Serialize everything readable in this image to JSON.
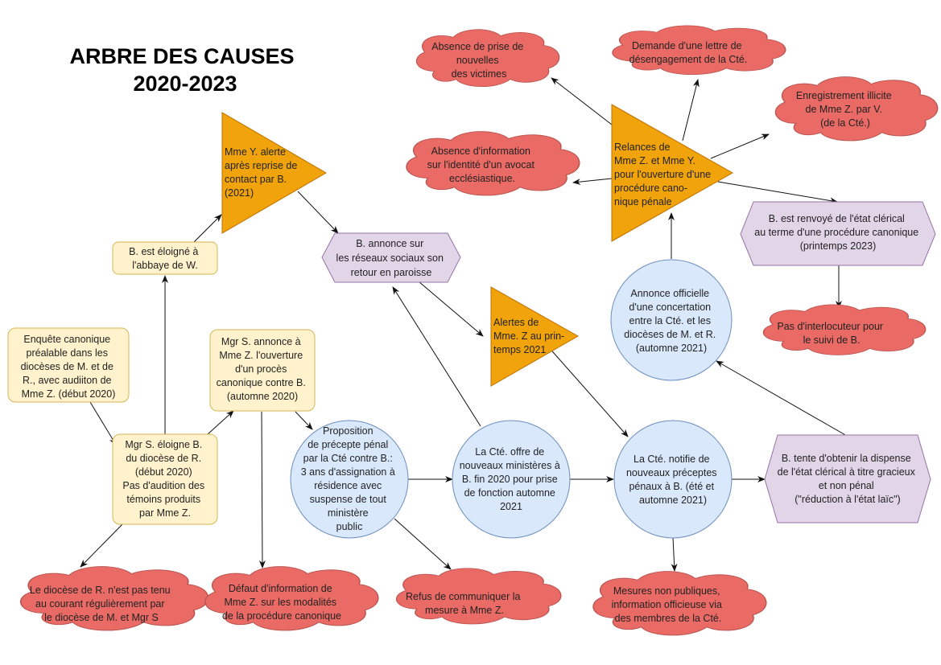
{
  "title": {
    "line1": "ARBRE DES CAUSES",
    "line2": "2020-2023"
  },
  "nodes": {
    "enquete": [
      "Enquête canonique",
      "préalable dans les",
      "diocèses de M. et de",
      "R., avec audiiton de",
      "Mme Z. (début 2020)"
    ],
    "eloigne_w": [
      "B. est éloigné à",
      "l'abbaye de W."
    ],
    "mgr_eloigne": [
      "Mgr S. éloigne B.",
      "du diocèse de R.",
      "(début 2020)",
      "Pas d'audition des",
      "témoins produits",
      "par Mme Z."
    ],
    "mgr_annonce": [
      "Mgr S. annonce à",
      "Mme Z. l'ouverture",
      "d'un procès",
      "canonique contre B.",
      "(automne 2020)"
    ],
    "mme_y": [
      "Mme Y. alerte",
      "après reprise de",
      "contact par B.",
      "(2021)"
    ],
    "b_annonce": [
      "B. annonce sur",
      "les réseaux sociaux son",
      "retour en paroisse"
    ],
    "alertes_z": [
      "Alertes de",
      "Mme. Z au prin-",
      "temps 2021"
    ],
    "proposition": [
      "Proposition",
      "de précepte pénal",
      "par la Cté contre B.:",
      "3 ans d'assignation à",
      "résidence avec",
      "suspense de tout",
      "ministère",
      "public"
    ],
    "cte_offre": [
      "La Cté. offre de",
      "nouveaux ministères à",
      "B. fin 2020 pour prise",
      "de fonction automne",
      "2021"
    ],
    "cte_notifie": [
      "La Cté. notifie de",
      "nouveaux préceptes",
      "pénaux à B. (été et",
      "automne 2021)"
    ],
    "b_tente": [
      "B. tente d'obtenir la dispense",
      "de l'état clérical à titre gracieux",
      "et non pénal",
      "(\"réduction à l'état laïc\")"
    ],
    "annonce_officielle": [
      "Annonce officielle",
      "d'une concertation",
      "entre la Cté. et les",
      "diocèses de M. et R.",
      "(automne 2021)"
    ],
    "relances": [
      "Relances de",
      "Mme Z. et Mme Y.",
      "pour l'ouverture d'une",
      "procédure cano-",
      "nique pénale"
    ],
    "b_renvoye": [
      "B. est renvoyé de l'état clérical",
      "au terme d'une procédure canonique",
      "(printemps 2023)"
    ],
    "pas_interlocuteur": [
      "Pas d'interlocuteur pour",
      "le suivi de B."
    ],
    "absence_prise": [
      "Absence de prise de",
      "nouvelles",
      "des victimes"
    ],
    "demande_lettre": [
      "Demande d'une lettre de",
      "désengagement de la Cté."
    ],
    "enregistrement": [
      "Enregistrement illicite",
      "de Mme Z. par V.",
      "(de la Cté.)"
    ],
    "absence_info": [
      "Absence d'information",
      "sur l'identité d'un avocat",
      "ecclésiastique."
    ],
    "diocese_r": [
      "Le diocèse de R. n'est pas tenu",
      "au courant régulièrement par",
      "le diocèse de M. et Mgr S"
    ],
    "defaut_info": [
      "Défaut d'information de",
      "Mme Z.  sur les modalités",
      "de la procédure canonique"
    ],
    "refus": [
      "Refus de communiquer la",
      "mesure à Mme Z."
    ],
    "mesures": [
      "Mesures non publiques,",
      "information officieuse via",
      "des membres de la Cté."
    ]
  }
}
